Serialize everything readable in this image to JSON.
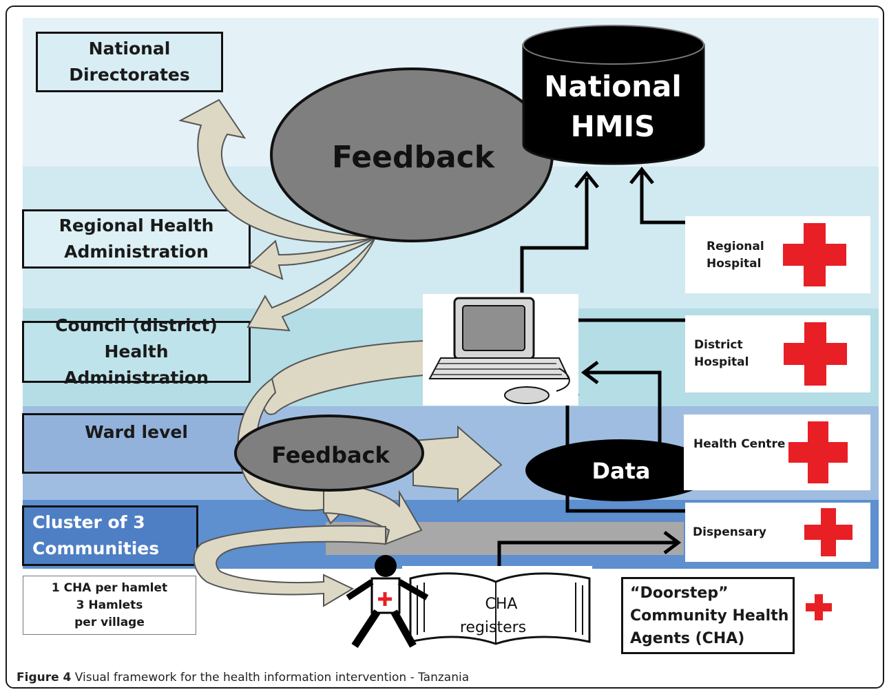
{
  "levels": {
    "national_directorates": "National\nDirectorates",
    "regional_health_admin": "Regional  Health\nAdministration",
    "council_health_admin": "Council (district) Health\nAdministration",
    "ward_level": "Ward level",
    "cluster": "Cluster of  3\nCommunities",
    "cha_note": "1 CHA per hamlet\n3 Hamlets\nper village"
  },
  "hmis": {
    "line1": "National",
    "line2": "HMIS"
  },
  "feedback_top": "Feedback",
  "feedback_ward": "Feedback",
  "data_label": "Data",
  "cha_registers": {
    "line1": "CHA",
    "line2": "registers"
  },
  "facilities": {
    "regional": "Regional\nHospital",
    "district": "District\nHospital",
    "health_centre": "Health Centre",
    "dispensary": "Dispensary"
  },
  "doorstep": "“Doorstep”\nCommunity Health\nAgents (CHA)",
  "caption": {
    "label": "Figure 4",
    "text": " Visual framework for the health information intervention - Tanzania"
  },
  "colors": {
    "cross_red": "#e81f25",
    "feedback_gray": "#7f7f7f",
    "arrow_fill": "#ddd8c4"
  }
}
